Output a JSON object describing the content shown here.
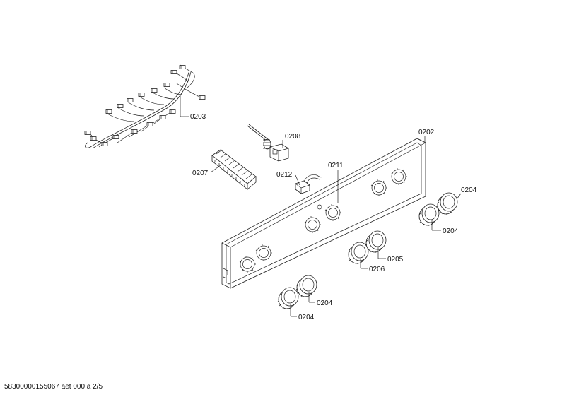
{
  "labels": {
    "p0202": "0202",
    "p0203": "0203",
    "p0204_a": "0204",
    "p0204_b": "0204",
    "p0204_c": "0204",
    "p0204_d": "0204",
    "p0205": "0205",
    "p0206": "0206",
    "p0207": "0207",
    "p0208": "0208",
    "p0211": "0211",
    "p0212": "0212"
  },
  "footer": "58300000155067 aet 000 a 2/5"
}
